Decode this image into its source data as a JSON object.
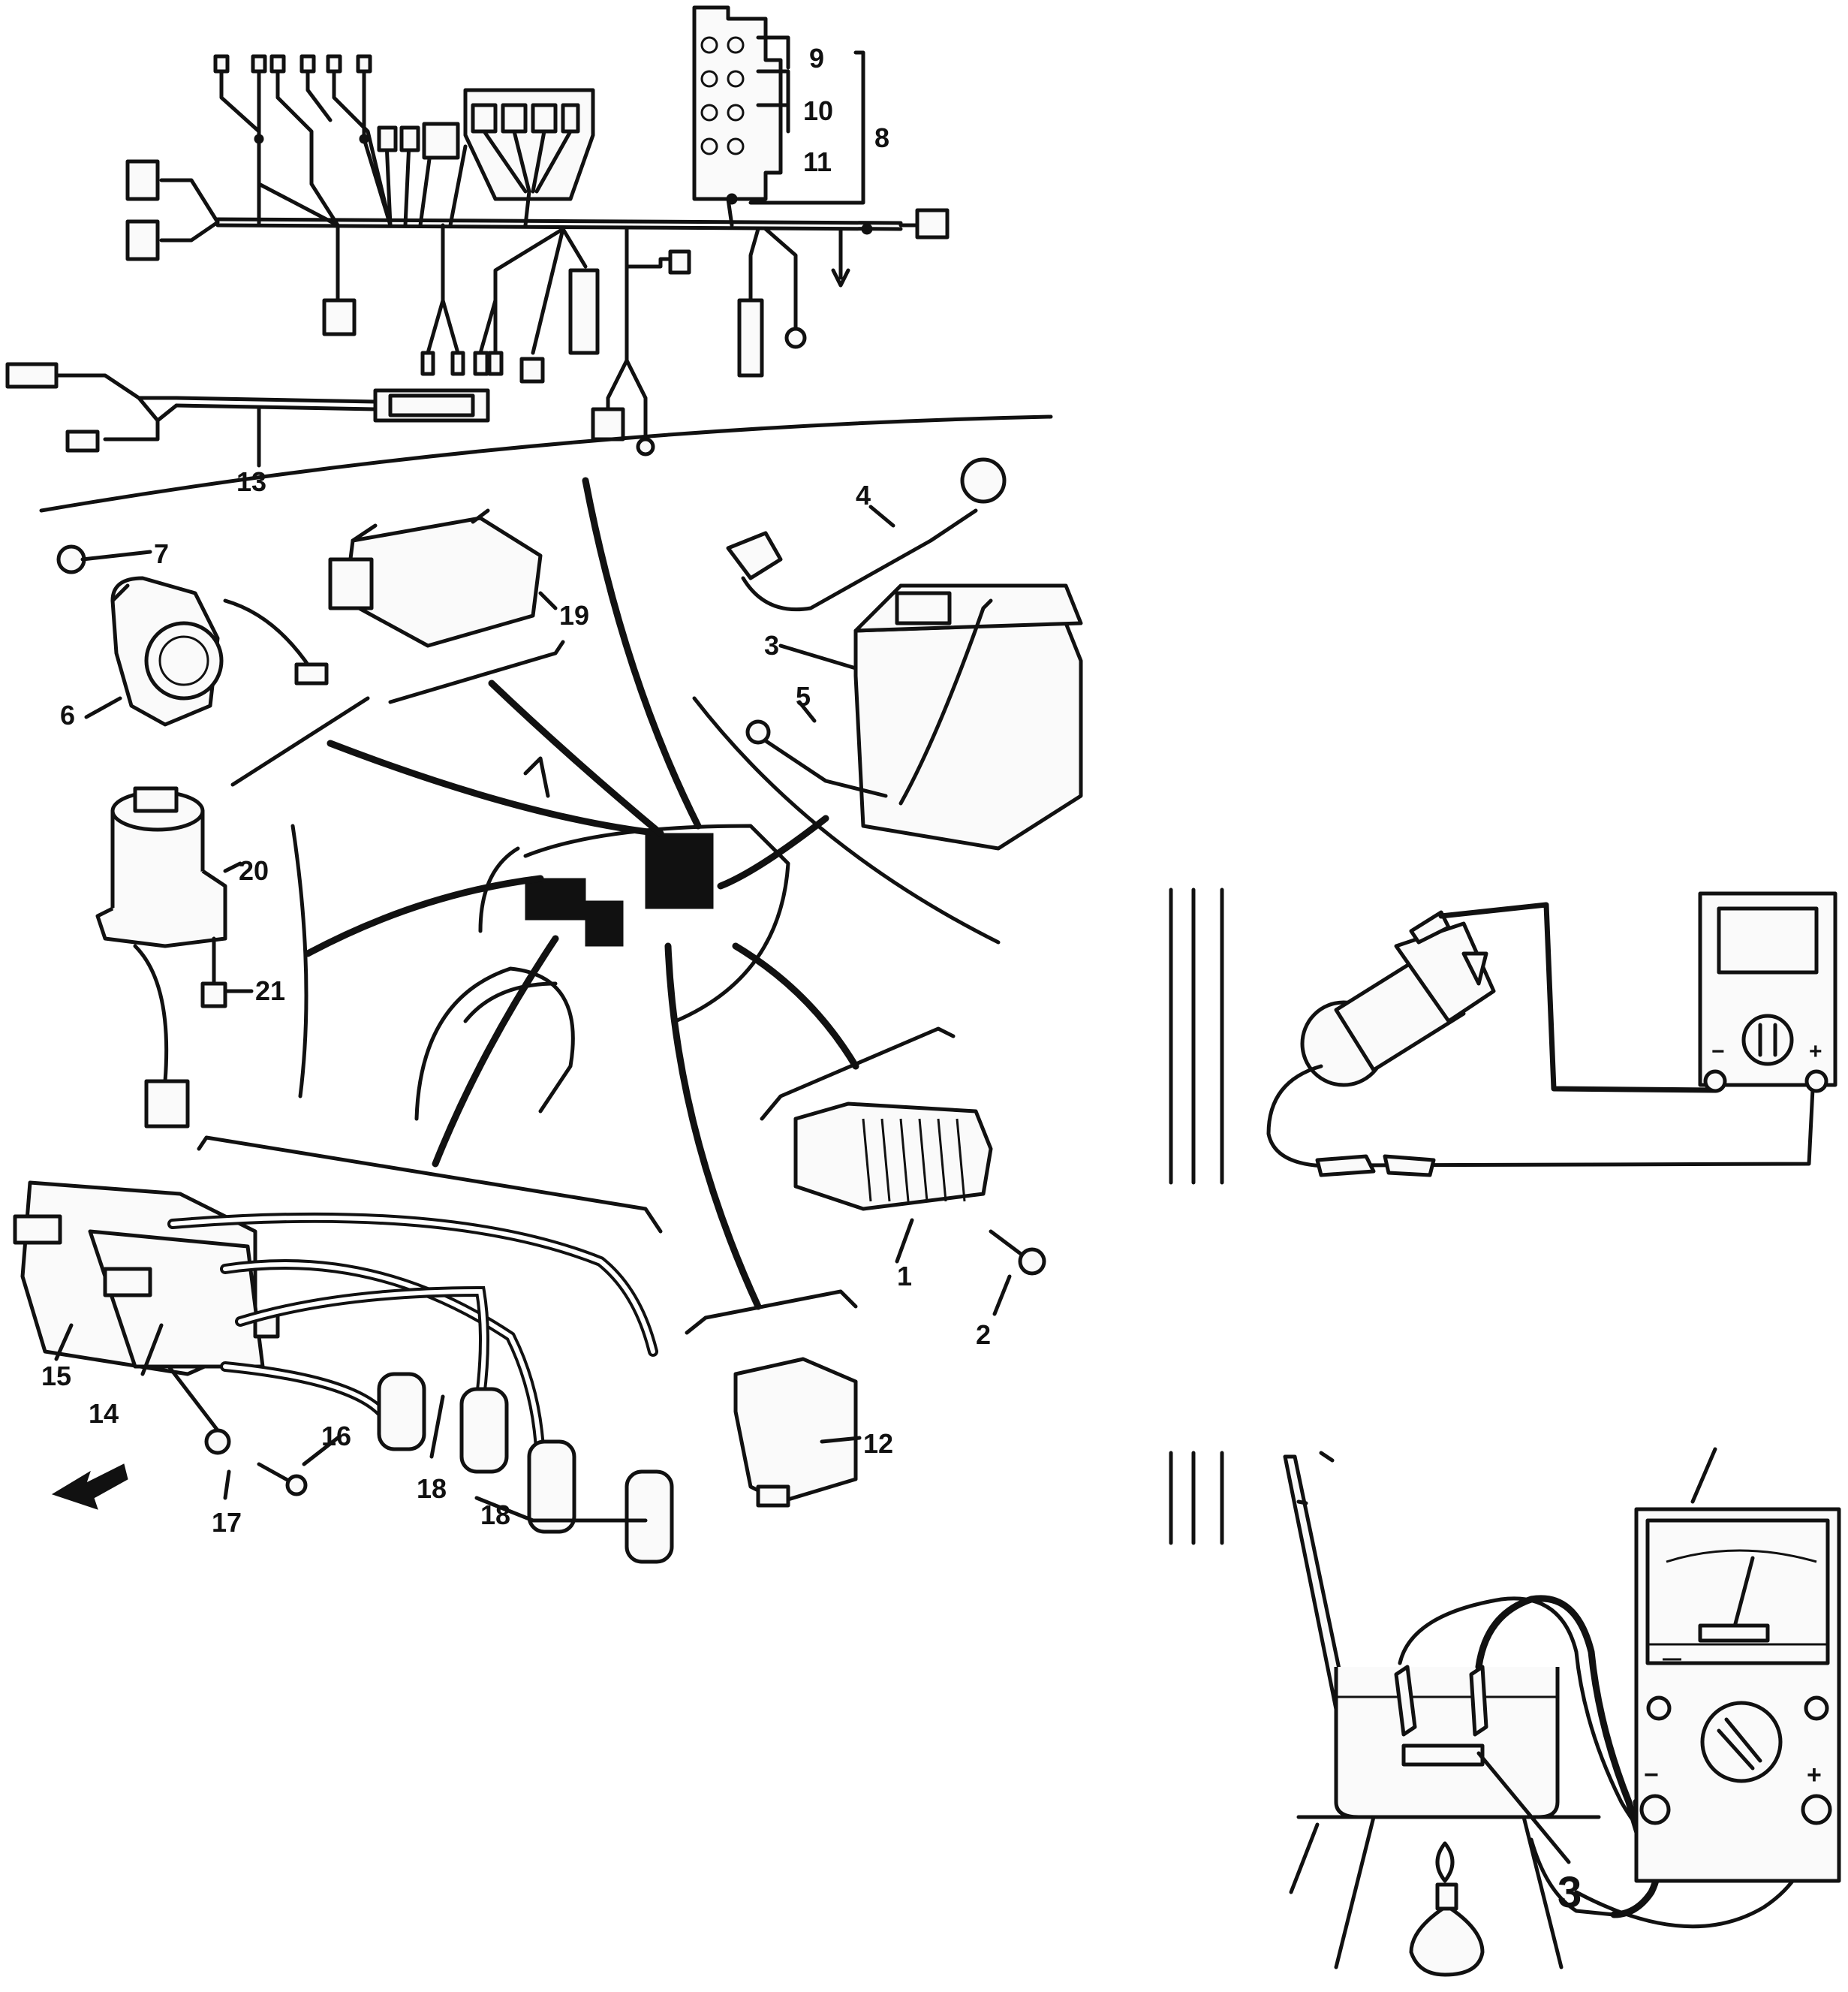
{
  "callouts": {
    "n1": "1",
    "n2": "2",
    "n3": "3",
    "n4": "4",
    "n5": "5",
    "n6": "6",
    "n7": "7",
    "n8": "8",
    "n9": "9",
    "n10": "10",
    "n11": "11",
    "n12": "12",
    "n13": "13",
    "n14": "14",
    "n15": "15",
    "n16": "16",
    "n17": "17",
    "n18a": "18",
    "n18b": "18",
    "n19": "19",
    "n20": "20",
    "n21": "21",
    "n3b": "3"
  },
  "meter1": {
    "minus": "−",
    "plus": "+"
  },
  "meter2": {
    "minus": "−",
    "plus": "+"
  }
}
